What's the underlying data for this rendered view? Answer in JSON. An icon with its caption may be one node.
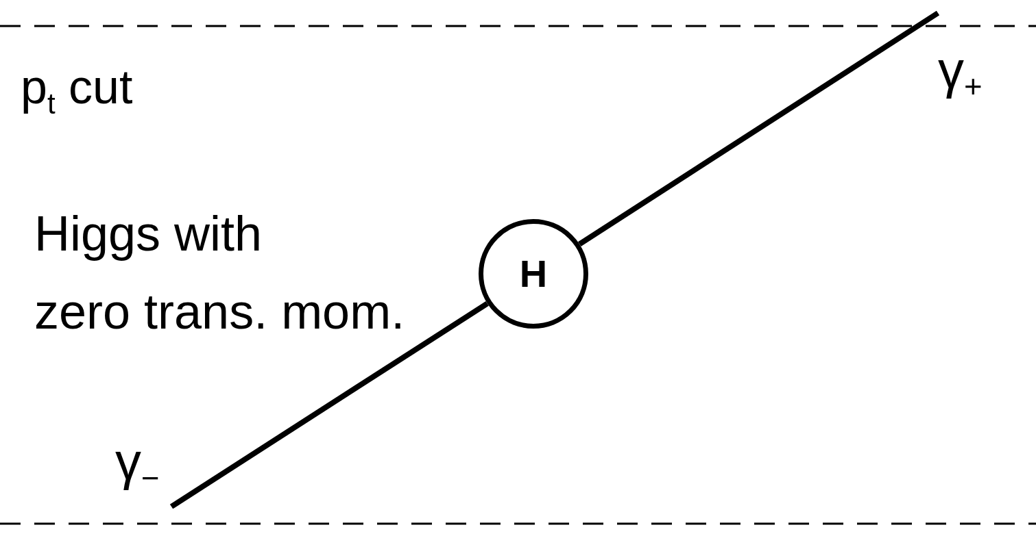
{
  "diagram": {
    "nodes": [
      {
        "text": [
          "H"
        ]
      },
      {
        "text": [
          "γ$_{+}$"
        ]
      },
      {
        "text": [
          "γ$_{−}$"
        ]
      }
    ],
    "edges": [
      {
        "from": 0,
        "to": 1,
        "arrow": "none"
      },
      {
        "from": 0,
        "to": 2,
        "arrow": "none"
      }
    ],
    "labels": [
      "p$_{t}$ cut",
      "Higgs with zero trans. mom."
    ]
  }
}
